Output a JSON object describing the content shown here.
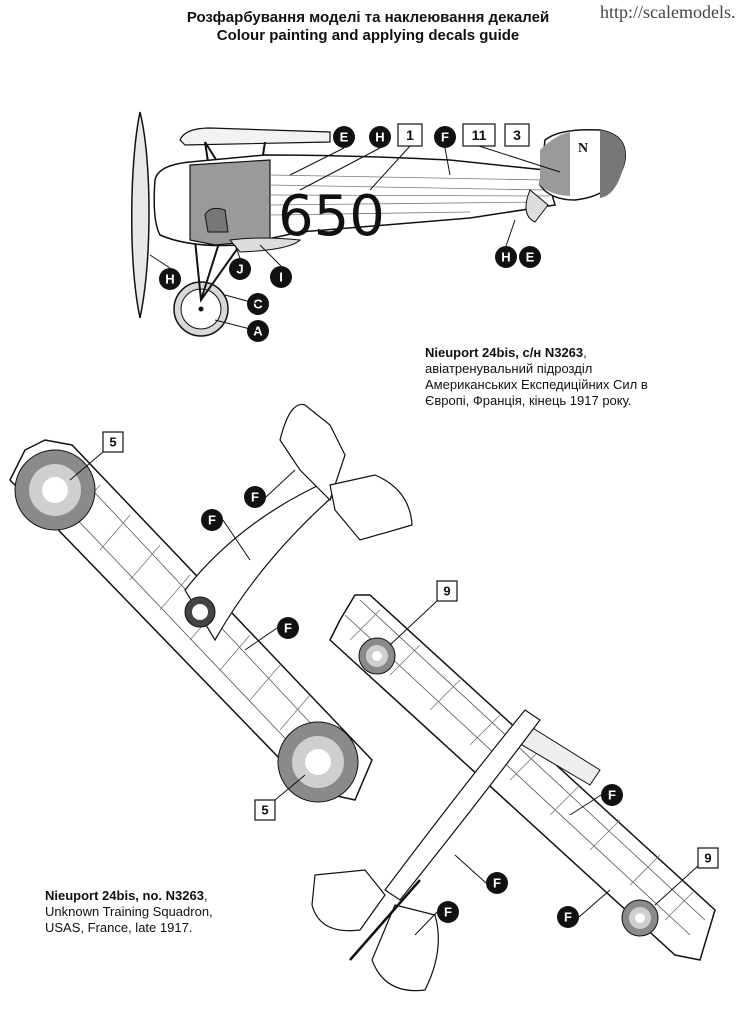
{
  "watermark": "http://scalemodels.ru",
  "title_uk": "Розфарбування моделі та наклеювання декалей",
  "title_en": "Colour painting  and applying decals guide",
  "caption_uk": {
    "bold": "Nieuport 24bis, с/н N3263",
    "lines": [
      "авіатренувальний підрозділ",
      "Американських Експедиційних Сил в",
      "Європі, Франція, кінець 1917 року."
    ]
  },
  "caption_en": {
    "bold": "Nieuport 24bis, no. N3263",
    "lines": [
      "Unknown Training Squadron,",
      "USAS, France, late 1917."
    ]
  },
  "side_view": {
    "fuselage_number": "650",
    "rudder_letter": "N",
    "boxes": [
      "1",
      "11",
      "3"
    ],
    "callouts": [
      "E",
      "H",
      "F",
      "H",
      "E",
      "H",
      "J",
      "I",
      "C",
      "A"
    ]
  },
  "top_view": {
    "boxes": [
      "5",
      "5"
    ],
    "callouts": [
      "F",
      "F",
      "F"
    ]
  },
  "bottom_view": {
    "boxes": [
      "9",
      "9"
    ],
    "callouts": [
      "F",
      "F",
      "F",
      "F"
    ]
  }
}
